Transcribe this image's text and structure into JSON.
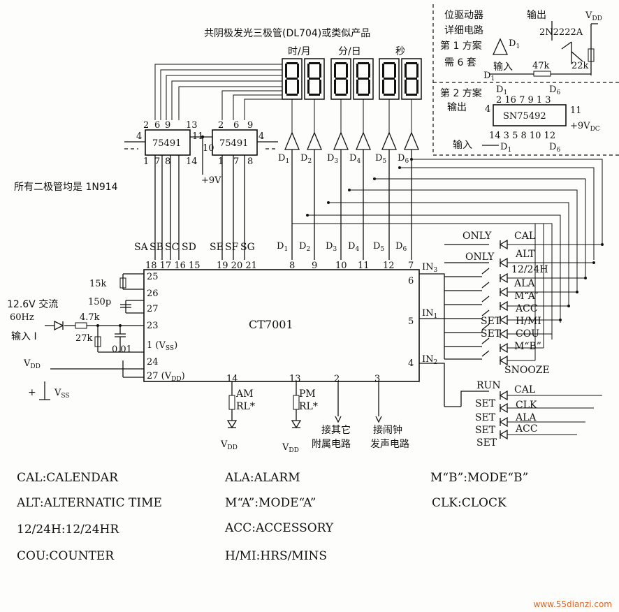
{
  "labels": {
    "display_title": "共阴极发光三极管(DL704)或类似产品",
    "group_hm": "时/月",
    "group_md": "分/日",
    "group_s": "秒",
    "driver_title_1": "位驱动器",
    "driver_title_2": "详细电路",
    "scheme1": "第 1 方案",
    "need6": "需 6 套",
    "output": "输出",
    "input": "输入",
    "vdd": "V",
    "vdd_sub": "DD",
    "vss_sub": "SS",
    "transistor": "2N2222A",
    "res47k": "47k",
    "res22k": "22k",
    "d1": "D",
    "d1_sub": "1",
    "scheme2": "第 2 方案",
    "output2": "输出",
    "sn75492": "SN75492",
    "pins_top": "2 16 7 9 1 3",
    "pin4": "4",
    "pin11": "11",
    "plus9vdc": "+9V",
    "plus9vdc_sub": "DC",
    "pins_bottom": "14 3 5 8 10 12",
    "input2": "输入",
    "d6_sub": "6",
    "chip75491": "75491",
    "plus9v": "+9V",
    "all_diodes": "所有二极管均是 1N914",
    "sa": "SA",
    "sb": "SB",
    "sc": "SC",
    "sd": "SD",
    "se": "SE",
    "sf": "SF",
    "sg": "SG",
    "pins_seg_a": "18 17 16 15",
    "pins_seg_b": "19 20 21",
    "pin8": "8",
    "pin9": "9",
    "pin10": "10",
    "pin11b": "11",
    "pin12": "12",
    "pin7": "7",
    "ct7001": "CT7001",
    "in3": "IN",
    "in1": "IN",
    "in2": "IN",
    "in3_sub": "3",
    "in1_sub": "1",
    "in2_sub": "2",
    "pin6": "6",
    "pin5": "5",
    "pin4b": "4",
    "pin25": "25",
    "pin26": "26",
    "pin27": "27",
    "pin23": "23",
    "pin1": "1 (V",
    "pin24": "24",
    "pin27b": "27 (V",
    "pin14": "14",
    "pin13": "13",
    "pin2": "2",
    "pin3": "3",
    "r15k": "15k",
    "c150p": "150p",
    "ac_in_1": "12.6V 交流",
    "ac_in_2": "60Hz",
    "r47k": "4.7k",
    "input_i": "输入 I",
    "r27k": "27k",
    "c001": "0.01",
    "vdd_left": "V",
    "plus": "+",
    "am": "AM",
    "pm": "PM",
    "rl": "RL*",
    "other_circuit_1": "接其它",
    "other_circuit_2": "附属电路",
    "alarm_circuit_1": "接闹钟",
    "alarm_circuit_2": "发声电路",
    "only": "ONLY",
    "set": "SET",
    "run": "RUN",
    "sw_cal": "CAL",
    "sw_alt": "ALT",
    "sw_1224": "12/24H",
    "sw_ala": "ALA",
    "sw_ma": "M“A”",
    "sw_acc": "ACC",
    "sw_hmi": "H/MI",
    "sw_cou": "COU",
    "sw_mb": "M“B”",
    "sw_snooze": "SNOOZE",
    "sw_cal2": "CAL",
    "sw_clk": "CLK",
    "sw_ala2": "ALA",
    "sw_acc2": "ACC"
  },
  "legend": {
    "cal": "CAL:CALENDAR",
    "alt": "ALT:ALTERNATIC TIME",
    "h1224": "12/24H:12/24HR",
    "cou": "COU:COUNTER",
    "ala": "ALA:ALARM",
    "ma": "M“A”:MODE“A”",
    "acc": "ACC:ACCESSORY",
    "hmi": "H/MI:HRS/MINS",
    "mb": "M“B”:MODE“B”",
    "clk": "CLK:CLOCK"
  },
  "watermark": "www.55dianzi.com"
}
